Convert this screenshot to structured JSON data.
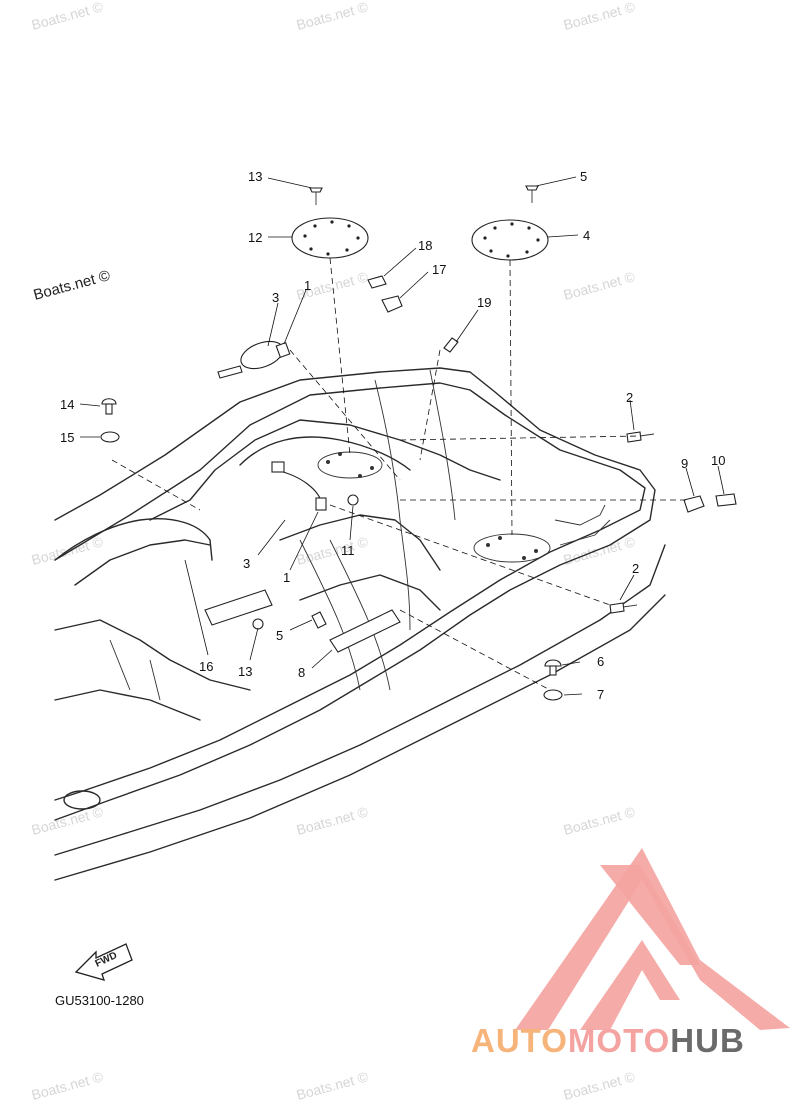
{
  "watermark": {
    "text": "Boats.net ©"
  },
  "diagram": {
    "code": "GU53100-1280",
    "fwd_label": "FWD",
    "callouts": [
      "13",
      "5",
      "12",
      "4",
      "18",
      "17",
      "3",
      "1",
      "19",
      "14",
      "15",
      "2",
      "9",
      "10",
      "3",
      "11",
      "1",
      "2",
      "16",
      "13",
      "5",
      "8",
      "6",
      "7"
    ]
  },
  "logo": {
    "part1": "AUTO",
    "part2": "MOTO",
    "part3": "HUB"
  },
  "colors": {
    "logo_auto": "#f6b37a",
    "logo_moto": "#f4a3a0",
    "logo_hub": "#6a6a6a",
    "triangle": "#f4a3a0"
  }
}
